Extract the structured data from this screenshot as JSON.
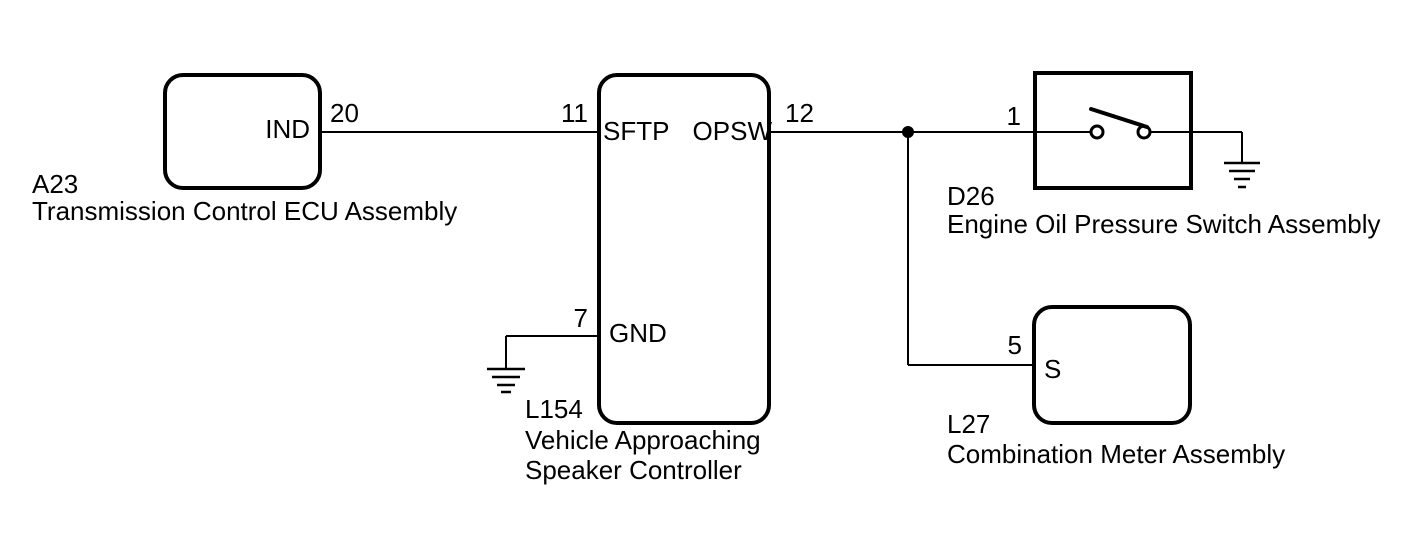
{
  "colors": {
    "line": "#000000",
    "background": "#ffffff"
  },
  "components": {
    "a23": {
      "code": "A23",
      "name": "Transmission Control ECU Assembly",
      "port": "IND",
      "pin": "20"
    },
    "l154": {
      "code": "L154",
      "name_line1": "Vehicle Approaching",
      "name_line2": "Speaker Controller",
      "port_left": "SFTP",
      "pin_left": "11",
      "port_right": "OPSW",
      "pin_right": "12",
      "port_bottom": "GND",
      "pin_bottom": "7"
    },
    "d26": {
      "code": "D26",
      "name": "Engine Oil Pressure Switch Assembly",
      "pin": "1"
    },
    "l27": {
      "code": "L27",
      "name": "Combination Meter Assembly",
      "port": "S",
      "pin": "5"
    }
  }
}
